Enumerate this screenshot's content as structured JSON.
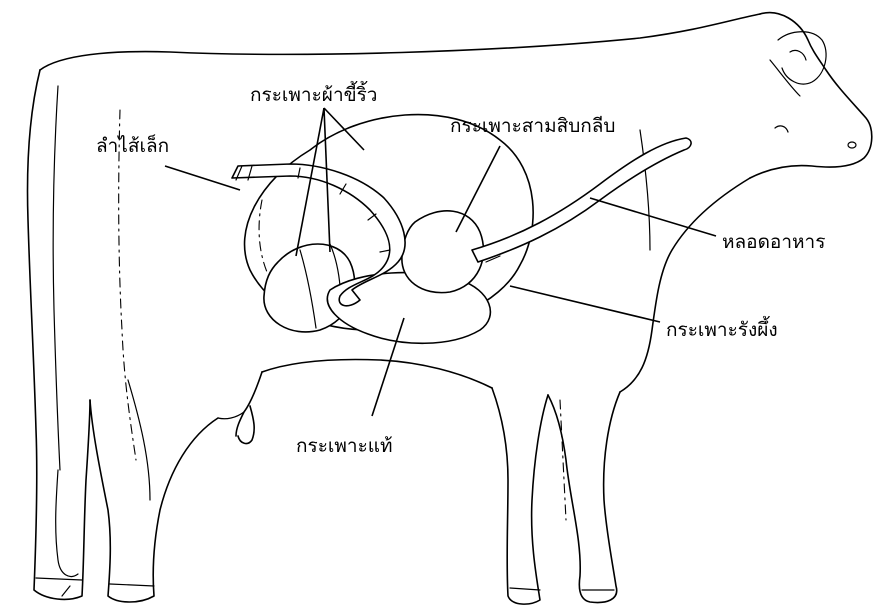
{
  "labels": {
    "small_intestine": "ลำไส้เล็ก",
    "reticulum": "กระเพาะผ้าขี้ริ้ว",
    "omasum": "กระเพาะสามสิบกลีบ",
    "esophagus": "หลอดอาหาร",
    "rumen": "กระเพาะรังผึ้ง",
    "abomasum": "กระเพาะแท้"
  }
}
